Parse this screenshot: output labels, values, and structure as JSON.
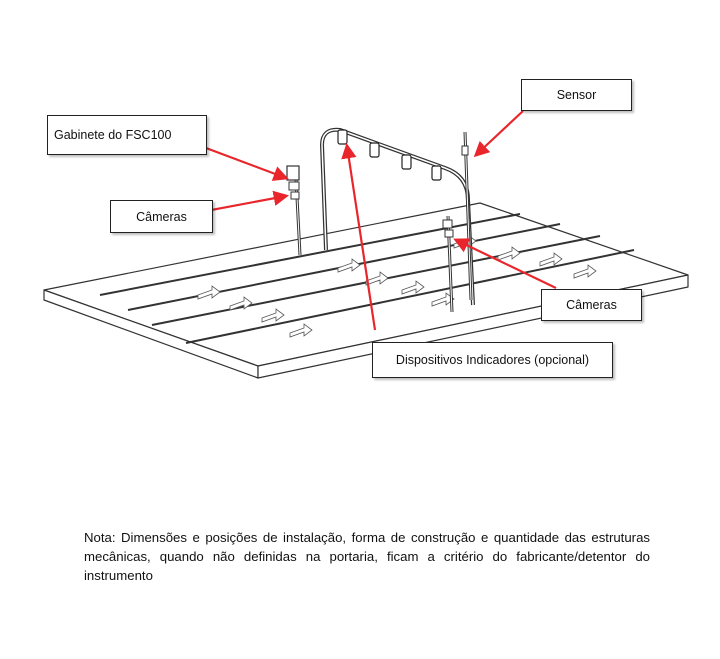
{
  "labels": {
    "sensor": "Sensor",
    "cabinet": "Gabinete do FSC100",
    "cameras_left": "Câmeras",
    "cameras_right": "Câmeras",
    "indicators": "Dispositivos Indicadores (opcional)"
  },
  "note": "Nota: Dimensões e posições de instalação, forma de construção e quantidade das estruturas mecânicas, quando não definidas na portaria, ficam a critério do fabricante/detentor do instrumento",
  "colors": {
    "arrow": "#e8262b",
    "line": "#333333"
  }
}
